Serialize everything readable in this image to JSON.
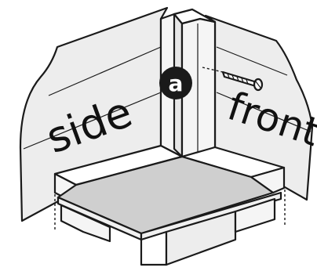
{
  "diagram": {
    "labels": {
      "side": "side",
      "front": "front",
      "callout": "a"
    },
    "colors": {
      "panel": "#ededed",
      "board": "#f5f5f5",
      "floor": "#cfcfcf",
      "badge": "#1a1a1a",
      "badge_text": "#ffffff",
      "outline": "#1a1a1a"
    },
    "icons": [
      "screw-icon"
    ]
  }
}
